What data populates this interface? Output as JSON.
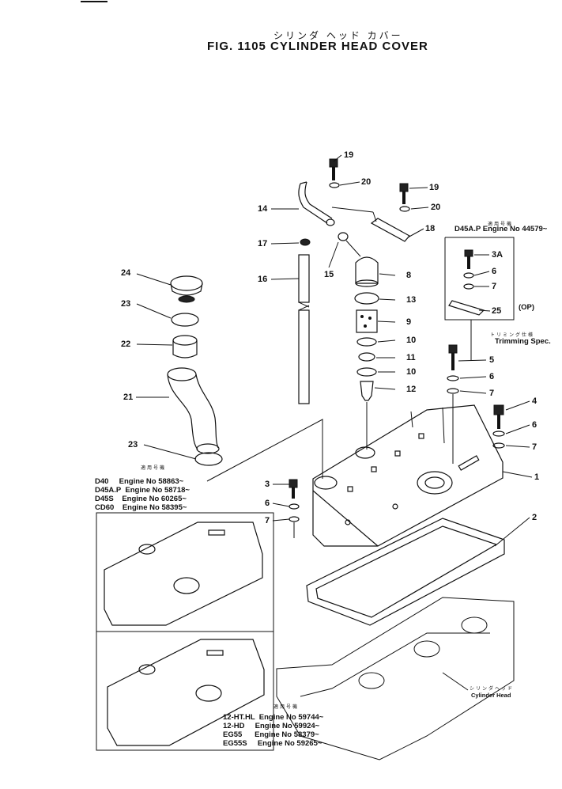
{
  "header": {
    "title_jp": "シリンダ ヘッド カバー",
    "title": "FIG. 1105  CYLINDER HEAD COVER"
  },
  "callouts": [
    "19",
    "20",
    "19",
    "20",
    "14",
    "18",
    "17",
    "15",
    "8",
    "16",
    "24",
    "13",
    "23",
    "9",
    "22",
    "10",
    "11",
    "10",
    "12",
    "21",
    "23",
    "3A",
    "6",
    "7",
    "25",
    "(OP)",
    "5",
    "6",
    "7",
    "4",
    "6",
    "7",
    "1",
    "3",
    "6",
    "7",
    "2"
  ],
  "notes": {
    "applic_top": {
      "jp": "適用号機",
      "lines": [
        "D45A.P Engine No 44579~"
      ]
    },
    "trimming": {
      "jp": "トリミング仕様",
      "label": "Trimming Spec."
    },
    "applic_mid": {
      "jp": "適用号機",
      "lines": [
        "D40     Engine No 58863~",
        "D45A.P  Engine No 58718~",
        "D45S    Engine No 60265~",
        "CD60    Engine No 58395~"
      ]
    },
    "applic_bottom": {
      "jp": "適用号機",
      "lines": [
        "12-HT.HL  Engine No 59744~",
        "12-HD     Engine No 59924~",
        "EG55      Engine No 58379~",
        "EG55S     Engine No 59265~"
      ]
    },
    "cylinder_head": {
      "jp": "シリンダヘッド",
      "label": "Cylinder Head"
    }
  }
}
